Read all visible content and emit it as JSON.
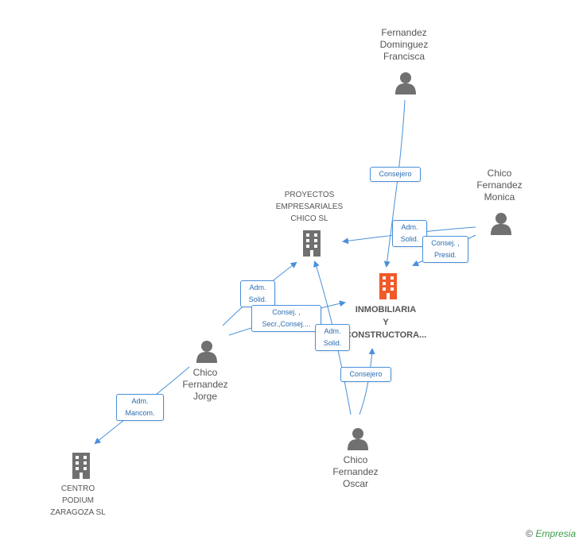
{
  "colors": {
    "edge": "#4a90d9",
    "person": "#707070",
    "company": "#707070",
    "main_company": "#f05a28"
  },
  "nodes": {
    "fernandez_dominguez": {
      "lines": [
        "Fernandez",
        "Dominguez",
        "Francisca"
      ],
      "icon": "person-icon"
    },
    "chico_monica": {
      "lines": [
        "Chico",
        "Fernandez",
        "Monica"
      ],
      "icon": "person-icon"
    },
    "proyectos": {
      "lines": [
        "PROYECTOS",
        "EMPRESARIALES",
        "CHICO SL"
      ],
      "icon": "building-icon"
    },
    "inmobiliaria": {
      "lines": [
        "INMOBILIARIA",
        "Y",
        "CONSTRUCTORA..."
      ],
      "icon": "building-icon"
    },
    "chico_jorge": {
      "lines": [
        "Chico",
        "Fernandez",
        "Jorge"
      ],
      "icon": "person-icon"
    },
    "chico_oscar": {
      "lines": [
        "Chico",
        "Fernandez",
        "Oscar"
      ],
      "icon": "person-icon"
    },
    "centro_podium": {
      "lines": [
        "CENTRO",
        "PODIUM",
        "ZARAGOZA SL"
      ],
      "icon": "building-icon"
    }
  },
  "badges": {
    "consejero_top": [
      "Consejero"
    ],
    "adm_solid_monica": [
      "Adm.",
      "Solid."
    ],
    "consej_presid": [
      "Consej. ,",
      "Presid."
    ],
    "adm_solid_jorge": [
      "Adm.",
      "Solid."
    ],
    "consej_secr": [
      "Consej. ,",
      "Secr.,Consej...."
    ],
    "adm_solid_oscar": [
      "Adm.",
      "Solid."
    ],
    "consejero_oscar": [
      "Consejero"
    ],
    "adm_mancom": [
      "Adm.",
      "Mancom."
    ]
  },
  "footer": {
    "copyright": "©",
    "brand": "Empresia"
  }
}
